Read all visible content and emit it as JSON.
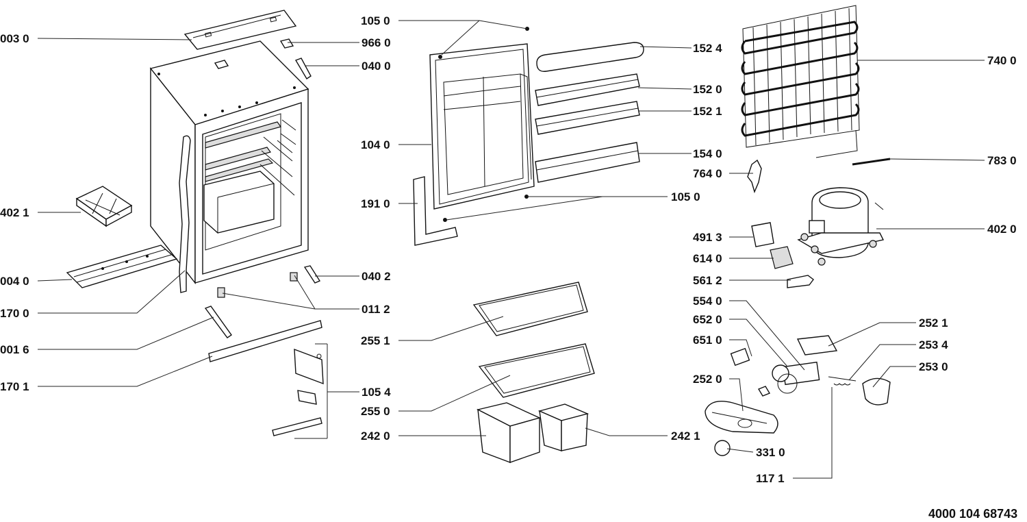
{
  "labels": {
    "l0030": "003 0",
    "l4021": "402 1",
    "l0040": "004 0",
    "l1700": "170 0",
    "l0016": "001 6",
    "l1701": "170 1",
    "l9660": "966 0",
    "l0400": "040 0",
    "l0402": "040 2",
    "l0112": "011 2",
    "l1054": "105 4",
    "l1050a": "105 0",
    "l1040": "104 0",
    "l1910": "191 0",
    "l1050b": "105 0",
    "l2551": "255 1",
    "l2550": "255 0",
    "l2420": "242 0",
    "l2421": "242 1",
    "l1524": "152 4",
    "l1520": "152 0",
    "l1521": "152 1",
    "l1540": "154 0",
    "l7640": "764 0",
    "l7400": "740 0",
    "l7830": "783 0",
    "l4020": "402 0",
    "l4913": "491 3",
    "l6140": "614 0",
    "l5612": "561 2",
    "l5540": "554 0",
    "l6520": "652 0",
    "l6510": "651 0",
    "l2520": "252 0",
    "l3310": "331 0",
    "l1171": "117 1",
    "l2521": "252 1",
    "l2534": "253 4",
    "l2530": "253 0"
  },
  "document_number": "4000 104 68743"
}
